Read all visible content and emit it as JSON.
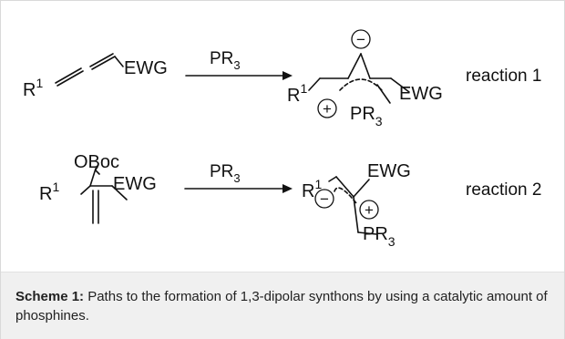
{
  "reaction1": {
    "r1": "R",
    "r1_sup": "1",
    "ewg": "EWG",
    "reagent": "PR",
    "reagent_sub": "3",
    "prod_r1": "R",
    "prod_r1_sup": "1",
    "prod_ewg": "EWG",
    "prod_minus": "−",
    "prod_plus": "+",
    "prod_pr": "PR",
    "prod_pr_sub": "3",
    "label": "reaction 1"
  },
  "reaction2": {
    "oboc": "OBoc",
    "r1": "R",
    "r1_sup": "1",
    "ewg": "EWG",
    "reagent": "PR",
    "reagent_sub": "3",
    "prod_r1": "R",
    "prod_r1_sup": "1",
    "prod_ewg": "EWG",
    "prod_minus": "−",
    "prod_plus": "+",
    "prod_pr": "PR",
    "prod_pr_sub": "3",
    "label": "reaction 2"
  },
  "caption": {
    "label": "Scheme 1:",
    "text": " Paths to the formation of 1,3-dipolar synthons by using a catalytic amount of phosphines."
  }
}
